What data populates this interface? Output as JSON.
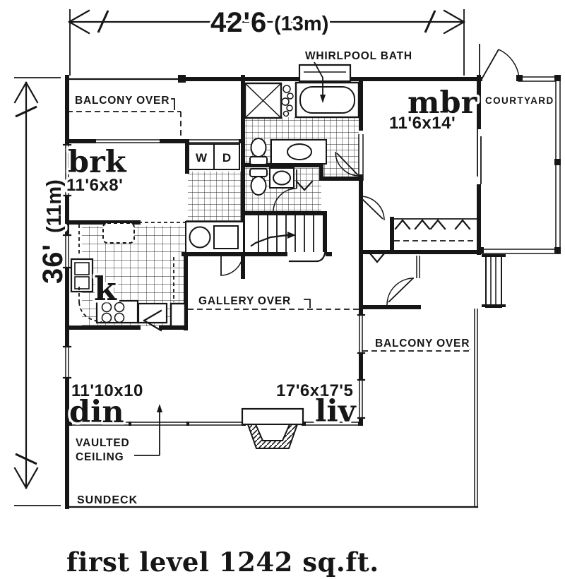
{
  "title": "first level 1242 sq.ft.",
  "dimensions": {
    "width_main": "42'6",
    "width_metric": "(13m)",
    "height_main": "36'",
    "height_metric": "(11m)"
  },
  "annotations": {
    "whirlpool_bath": "WHIRLPOOL BATH",
    "balcony_over_top": "BALCONY OVER",
    "balcony_over_right": "BALCONY OVER",
    "gallery_over": "GALLERY OVER",
    "vaulted_line1": "VAULTED",
    "vaulted_line2": "CEILING",
    "sundeck": "SUNDECK",
    "courtyard": "COURTYARD"
  },
  "rooms": {
    "mbr": {
      "name": "mbr",
      "size": "11'6x14'"
    },
    "brk": {
      "name": "brk",
      "size": "11'6x8'"
    },
    "kitchen": {
      "name": "k"
    },
    "din": {
      "name": "din",
      "size": "11'10x10"
    },
    "liv": {
      "name": "liv",
      "size": "17'6x17'5"
    }
  },
  "appliances": {
    "washer": "W",
    "dryer": "D"
  },
  "colors": {
    "ink": "#161616",
    "paper": "#ffffff"
  }
}
